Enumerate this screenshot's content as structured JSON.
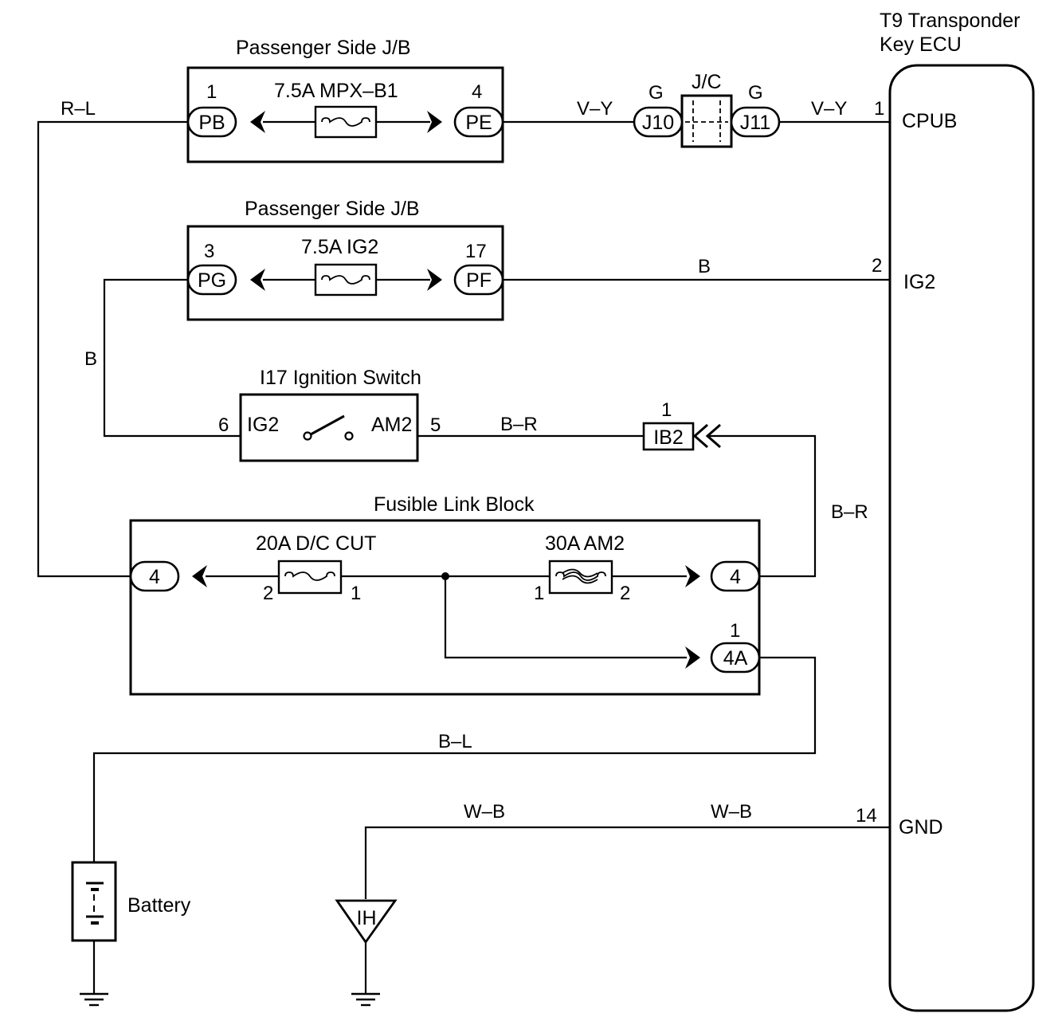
{
  "ecu": {
    "title_line1": "T9 Transponder",
    "title_line2": "Key ECU",
    "pins": {
      "cpub": "CPUB",
      "ig2": "IG2",
      "gnd": "GND"
    },
    "pin_numbers": {
      "cpub": "1",
      "ig2": "2",
      "gnd": "14"
    }
  },
  "jb1": {
    "title": "Passenger Side J/B",
    "fuse": "7.5A MPX–B1",
    "left_conn": "PB",
    "left_pin": "1",
    "right_conn": "PE",
    "right_pin": "4"
  },
  "jb2": {
    "title": "Passenger Side J/B",
    "fuse": "7.5A IG2",
    "left_conn": "PG",
    "left_pin": "3",
    "right_conn": "PF",
    "right_pin": "17"
  },
  "jc": {
    "title": "J/C",
    "left_conn": "J10",
    "right_conn": "J11",
    "left_color": "G",
    "right_color": "G"
  },
  "ignition": {
    "title": "I17 Ignition Switch",
    "left_term": "IG2",
    "right_term": "AM2",
    "left_pin": "6",
    "right_pin": "5"
  },
  "ib2": {
    "label": "IB2",
    "pin": "1"
  },
  "fusible": {
    "title": "Fusible Link Block",
    "fuse1": "20A D/C CUT",
    "fuse2": "30A AM2",
    "fuse1_pin_left": "2",
    "fuse1_pin_right": "1",
    "fuse2_pin_left": "1",
    "fuse2_pin_right": "2",
    "left_conn": "4",
    "right_conn": "4",
    "conn_4a": "4A",
    "conn_4a_pin": "1"
  },
  "battery": {
    "label": "Battery"
  },
  "ground_point": {
    "label": "IH"
  },
  "wires": {
    "rl": "R–L",
    "vy1": "V–Y",
    "vy2": "V–Y",
    "b1": "B",
    "b2": "B",
    "br1": "B–R",
    "br2": "B–R",
    "bl": "B–L",
    "wb1": "W–B",
    "wb2": "W–B"
  }
}
